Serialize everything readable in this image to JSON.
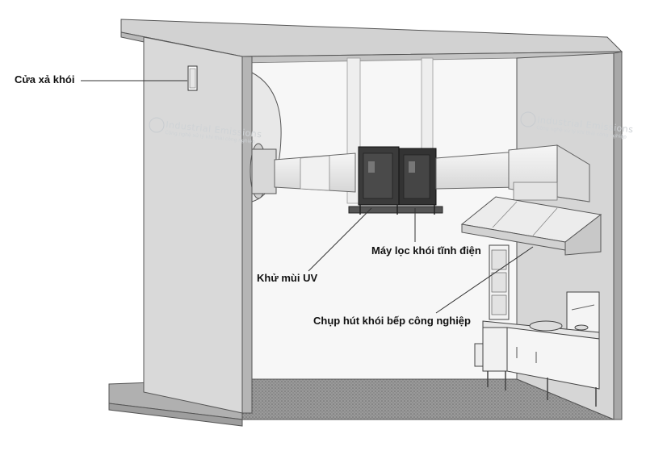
{
  "labels": {
    "exhaust_vent": "Cửa xả khói",
    "electrostatic_filter": "Máy lọc khói tĩnh điện",
    "uv_deodorizer": "Khử mùi UV",
    "industrial_hood": "Chụp hút khói bếp công nghiệp"
  },
  "watermark": {
    "brand": "Industrial Emissions",
    "tagline": "Công nghệ xử lý khí thải công nghiệp"
  },
  "colors": {
    "wall": "#d9d9d9",
    "wall_shadow": "#bdbdbd",
    "roof": "#cfcfcf",
    "floor": "#8f8f8f",
    "equipment": "#3a3a3a",
    "duct": "#ececec",
    "outline": "#444444"
  }
}
